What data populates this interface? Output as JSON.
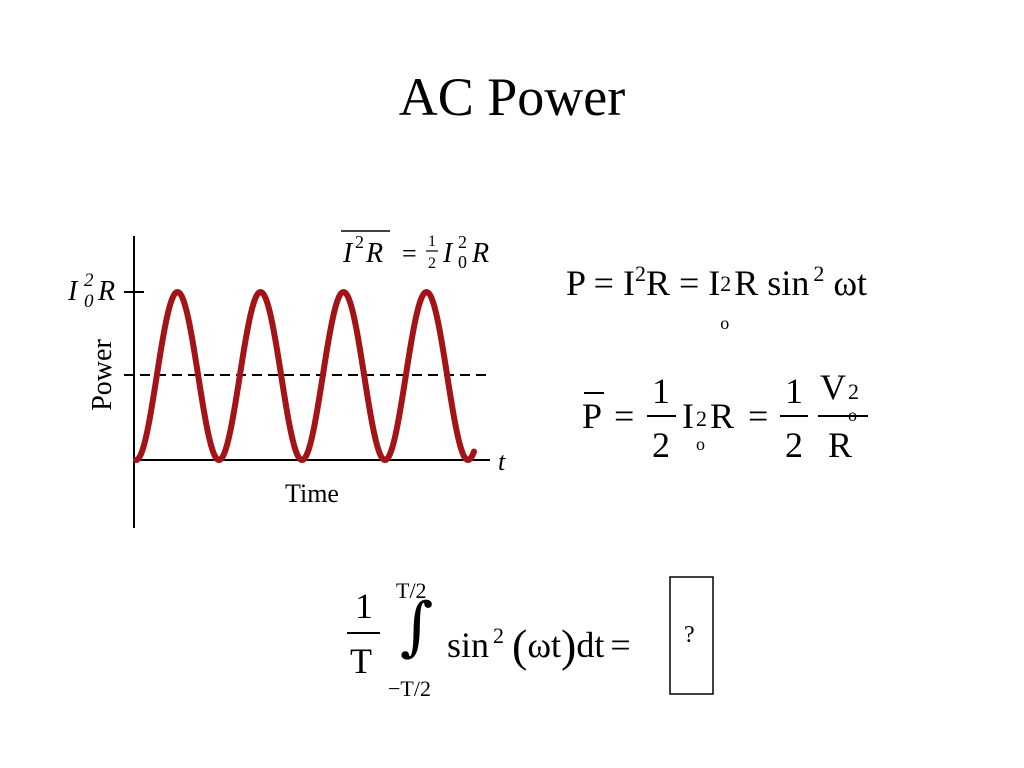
{
  "slide": {
    "title": "AC Power"
  },
  "graph": {
    "y_axis_label": "Power",
    "x_axis_label": "Time",
    "t_symbol": "t",
    "peak_label": {
      "base": "I",
      "sup": "2",
      "sub": "0",
      "tail": "R"
    },
    "avg_label": {
      "lhs_base": "I",
      "lhs_sup": "2",
      "lhs_tail": "R",
      "equals": "=",
      "num": "1",
      "den": "2",
      "rhs_base": "I",
      "rhs_sup": "2",
      "rhs_sub": "0",
      "rhs_tail": "R"
    },
    "curve": {
      "peaks": 4,
      "color": "#a31418"
    }
  },
  "equations": {
    "eq1": {
      "parts": [
        "P = I",
        "2",
        "R = I",
        "2",
        "o",
        "R sin",
        "2",
        " ωt"
      ]
    },
    "eq2": {
      "p_bar": "P",
      "eq_a": "=",
      "num1": "1",
      "den1": "2",
      "term": "I",
      "term_sup": "2",
      "term_sub": "o",
      "term_tail": "R",
      "eq_b": "=",
      "num2": "1",
      "den2": "2",
      "frac_num": "V",
      "frac_num_sup": "2",
      "frac_num_sub": "o",
      "frac_den": "R"
    },
    "integral": {
      "num": "1",
      "den": "T",
      "upper": "T/2",
      "lower": "−T/2",
      "symbol": "∫",
      "sin": "sin",
      "sin_sup": "2",
      "lparen": "(",
      "arg": "ωt",
      "rparen": ")",
      "dt": "dt",
      "equals": "=",
      "answer": "?"
    }
  }
}
